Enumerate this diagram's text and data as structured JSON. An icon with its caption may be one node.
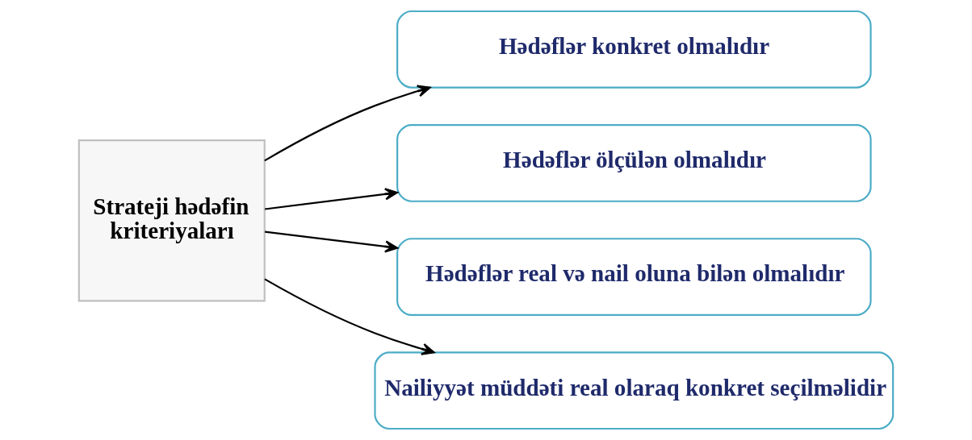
{
  "diagram": {
    "nodes": [
      {
        "text": [
          "Strateji hədəfin kriteriyaları"
        ]
      },
      {
        "text": [
          "Hədəflər konkret olmalıdır"
        ]
      },
      {
        "text": [
          "Hədəflər ölçülən olmalıdır"
        ]
      },
      {
        "text": [
          "Hədəflər real və nail oluna bilən olmalıdır"
        ]
      },
      {
        "text": [
          "Nailiyyət müddəti real olaraq konkret seçilməlidir"
        ]
      }
    ],
    "edges": [
      {
        "from": 0,
        "to": 1,
        "arrow": "to"
      },
      {
        "from": 0,
        "to": 2,
        "arrow": "to"
      },
      {
        "from": 0,
        "to": 3,
        "arrow": "to"
      },
      {
        "from": 0,
        "to": 4,
        "arrow": "to"
      }
    ]
  }
}
